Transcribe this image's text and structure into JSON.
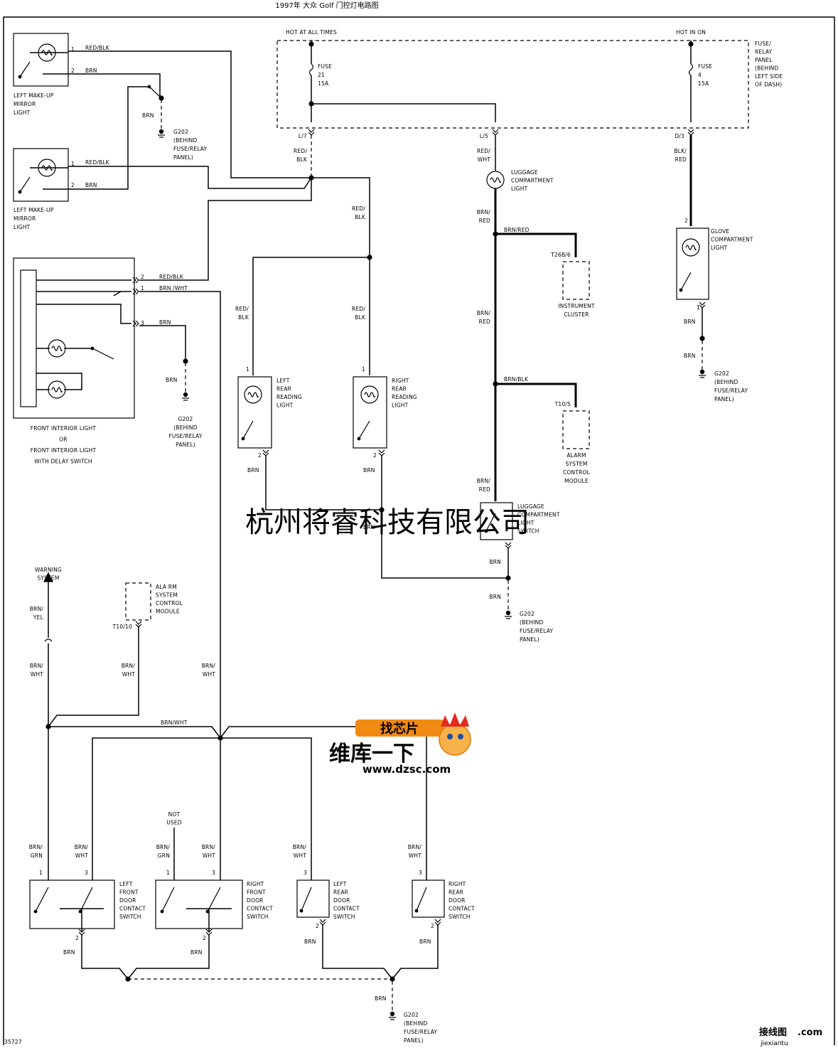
{
  "title": "1997年 大众 Golf 门控灯电路图",
  "figure_number": "35727",
  "watermark": "杭州将睿科技有限公司",
  "logo": {
    "badge": "找芯片",
    "slogan": "维库一下",
    "url": "www.dzsc.com"
  },
  "corner_mark": {
    "brand": "接线图",
    "domain_suffix": ".com",
    "site": "jiexiantu"
  },
  "power": {
    "hot_at_all_times": "HOT AT ALL TIMES",
    "hot_in_on": "HOT IN ON"
  },
  "fuse_panel": {
    "name": [
      "FUSE/",
      "RELAY",
      "PANEL",
      "(BEHIND",
      "LEFT SIDE",
      "OF DASH)"
    ]
  },
  "fuses": {
    "fuse21": [
      "FUSE",
      "21",
      "15A"
    ],
    "fuse4": [
      "FUSE",
      "4",
      "15A"
    ]
  },
  "connectors": {
    "l7": "L/7",
    "l5": "L/5",
    "d3": "D/3",
    "t26b6": "T26B/6",
    "t10_5": "T10/5",
    "t10_10": "T10/10"
  },
  "wires": {
    "red_blk": "RED/BLK",
    "red": "RED/",
    "blk": "BLK",
    "brn": "BRN",
    "brn_red": "BRN/RED",
    "brn_blk": "BRN/BLK",
    "brn_wht": "BRN/WHT",
    "brn_wht_sp": "BRN /WHT",
    "brn_slash": "BRN/",
    "red_text": "RED",
    "wht": "WHT",
    "yel": "YEL",
    "grn": "GRN",
    "blk_slash": "BLK/"
  },
  "pins": {
    "p1": "1",
    "p2": "2",
    "p3": "3"
  },
  "ground": [
    "G202",
    "(BEHIND",
    "FUSE/RELAY",
    "PANEL)"
  ],
  "components": {
    "left_mirror_light": [
      "LEFT MAKE-UP",
      "MIRROR",
      "LIGHT"
    ],
    "front_interior_light": [
      "FRONT INTERIOR LIGHT",
      "OR",
      "FRONT INTERIOR LIGHT",
      "WITH DELAY SWITCH"
    ],
    "luggage_light": [
      "LUGGAGE",
      "COMPARTMENT",
      "LIGHT"
    ],
    "instrument_cluster": [
      "INSTRUMENT",
      "CLUSTER"
    ],
    "alarm_module": [
      "ALARM",
      "SYSTEM",
      "CONTROL",
      "MODULE"
    ],
    "alarm_module_2": [
      "ALA RM",
      "SYSTEM",
      "CONTROL",
      "MODULE"
    ],
    "luggage_switch": [
      "LUGGAGE",
      "COMPARTMENT",
      "LIGHT",
      "SWITCH"
    ],
    "glove_light": [
      "GLOVE",
      "COMPARTMENT",
      "LIGHT"
    ],
    "left_rear_reading": [
      "LEFT",
      "REAR",
      "READING",
      "LIGHT"
    ],
    "right_rear_reading": [
      "RIGHT",
      "REAR",
      "READING",
      "LIGHT"
    ],
    "warning_system": [
      "WARNING",
      "SYSTEM"
    ],
    "not_used": [
      "NOT",
      "USED"
    ],
    "left_front_door": [
      "LEFT",
      "FRONT",
      "DOOR",
      "CONTACT",
      "SWITCH"
    ],
    "right_front_door": [
      "RIGHT",
      "FRONT",
      "DOOR",
      "CONTACT",
      "SWITCH"
    ],
    "left_rear_door": [
      "LEFT",
      "REAR",
      "DOOR",
      "CONTACT",
      "SWITCH"
    ],
    "right_rear_door": [
      "RIGHT",
      "REAR",
      "DOOR",
      "CONTACT",
      "SWITCH"
    ]
  },
  "colors": {
    "ink": "#000000",
    "watermark": "#c9c9c9",
    "logo_orange": "#f08a12",
    "logo_red": "#e32b1f",
    "logo_blue": "#1b4ea3"
  }
}
